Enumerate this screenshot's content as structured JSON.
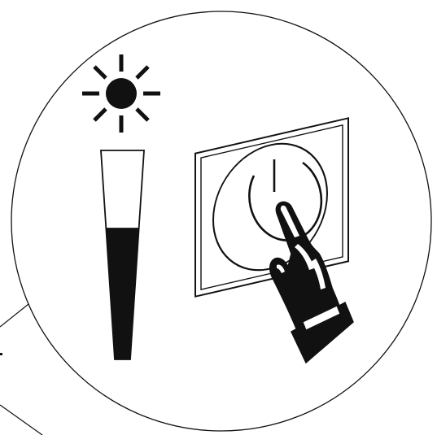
{
  "illustration": {
    "colors": {
      "background": "#ffffff",
      "ink": "#111111"
    },
    "elements": {
      "sun": "sun-icon",
      "level_indicator": "brightness-level-bar",
      "switch": "power-switch-plate",
      "power_symbol": "power-icon",
      "hand": "pointing-hand-icon"
    },
    "brightness_level": 0.63
  }
}
